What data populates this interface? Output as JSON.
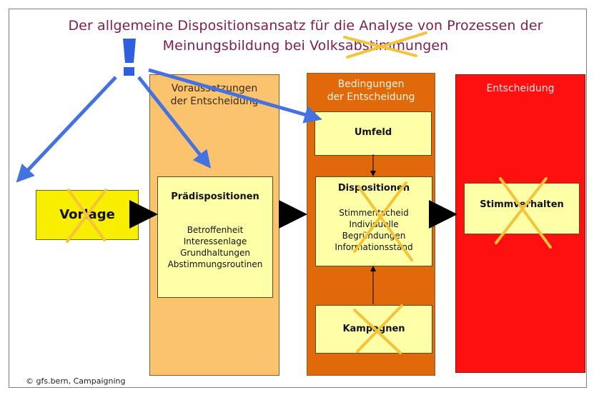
{
  "title": {
    "line1": "Der allgemeine Dispositionsansatz für die Analyse von Prozessen der",
    "line2": "Meinungsbildung bei Volksabstimmungen"
  },
  "vorlage": {
    "label": "Vorlage"
  },
  "columns": {
    "voraussetzungen": {
      "line1": "Voraussetzungen",
      "line2": "der Entscheidung",
      "color": "#fbc36d",
      "box": {
        "head": "Prädispositionen",
        "items": [
          "Betroffenheit",
          "Interessenlage",
          "Grundhaltungen",
          "Abstimmungsroutinen"
        ]
      }
    },
    "bedingungen": {
      "line1": "Bedingungen",
      "line2": "der Entscheidung",
      "color": "#e0690a",
      "umfeld": {
        "head": "Umfeld"
      },
      "dispositionen": {
        "head": "Dispositionen",
        "items": [
          "Stimmentscheid",
          "Individuelle",
          "Begründungen",
          "Informationsstand"
        ]
      },
      "kampagnen": {
        "head": "Kampagnen"
      }
    },
    "entscheidung": {
      "label": "Entscheidung",
      "color": "#ff1010",
      "box": {
        "head": "Stimmverhalten"
      }
    }
  },
  "footer": {
    "copyright": "© gfs.bern, Campaigning"
  },
  "colors": {
    "arrow_blue": "#4472e0",
    "cross": "#f5c33a",
    "exclamation": "#2f5fe0"
  }
}
